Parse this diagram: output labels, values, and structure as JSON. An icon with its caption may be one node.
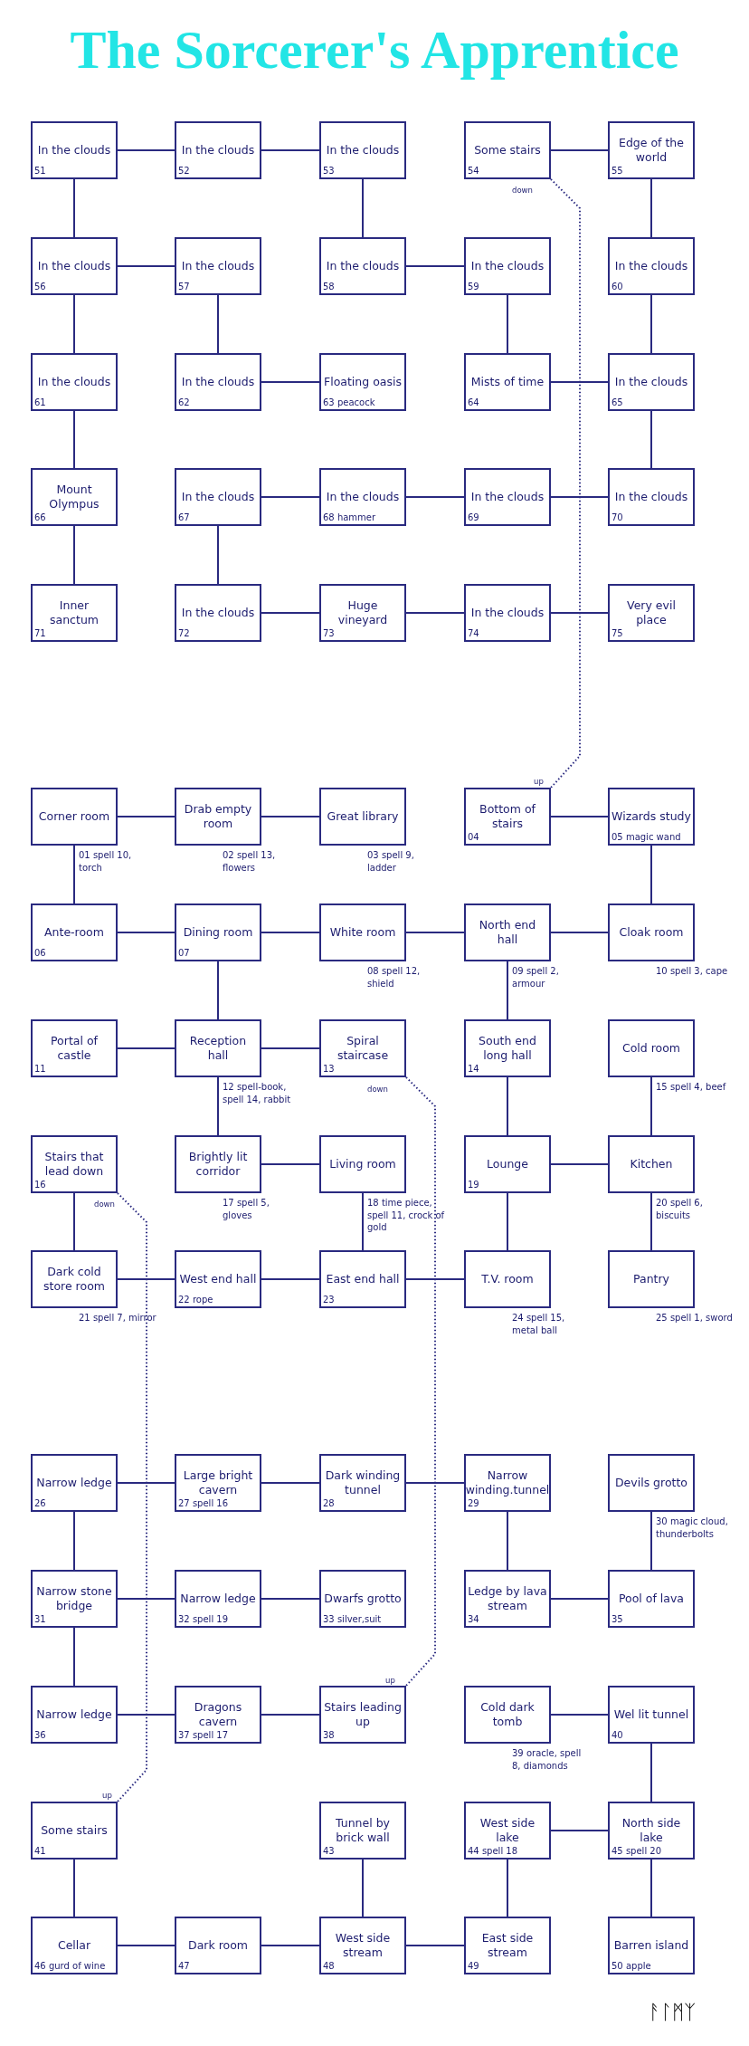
{
  "diagram": {
    "title": "The Sorcerer's Apprentice",
    "nodes": [
      {
        "text": [
          "In the clouds",
          "51"
        ]
      },
      {
        "text": [
          "In the clouds",
          "52"
        ]
      },
      {
        "text": [
          "In the clouds",
          "53"
        ]
      },
      {
        "text": [
          "Some stairs",
          "54"
        ]
      },
      {
        "text": [
          "Edge of the world",
          "55"
        ]
      },
      {
        "text": [
          "In the clouds",
          "56"
        ]
      },
      {
        "text": [
          "In the clouds",
          "57"
        ]
      },
      {
        "text": [
          "In the clouds",
          "58"
        ]
      },
      {
        "text": [
          "In the clouds",
          "59"
        ]
      },
      {
        "text": [
          "In the clouds",
          "60"
        ]
      },
      {
        "text": [
          "In the clouds",
          "61"
        ]
      },
      {
        "text": [
          "In the clouds",
          "62"
        ]
      },
      {
        "text": [
          "Floating oasis",
          "63 peacock"
        ]
      },
      {
        "text": [
          "Mists of time",
          "64"
        ]
      },
      {
        "text": [
          "In the clouds",
          "65"
        ]
      },
      {
        "text": [
          "Mount Olympus",
          "66"
        ]
      },
      {
        "text": [
          "In the clouds",
          "67"
        ]
      },
      {
        "text": [
          "In the clouds",
          "68 hammer"
        ]
      },
      {
        "text": [
          "In the clouds",
          "69"
        ]
      },
      {
        "text": [
          "In the clouds",
          "70"
        ]
      },
      {
        "text": [
          "Inner sanctum",
          "71"
        ]
      },
      {
        "text": [
          "In the clouds",
          "72"
        ]
      },
      {
        "text": [
          "Huge vineyard",
          "73"
        ]
      },
      {
        "text": [
          "In the clouds",
          "74"
        ]
      },
      {
        "text": [
          "Very evil place",
          "75"
        ]
      },
      {
        "text": [
          "Corner room"
        ],
        "beside": [
          "01 spell 10, torch"
        ]
      },
      {
        "text": [
          "Drab empty room"
        ],
        "beside": [
          "02 spell 13, flowers"
        ]
      },
      {
        "text": [
          "Great library"
        ],
        "beside": [
          "03 spell 9, ladder"
        ]
      },
      {
        "text": [
          "Bottom of stairs",
          "04"
        ]
      },
      {
        "text": [
          "Wizards study",
          "05 magic wand"
        ]
      },
      {
        "text": [
          "Ante-room",
          "06"
        ]
      },
      {
        "text": [
          "Dining room",
          "07"
        ]
      },
      {
        "text": [
          "White room"
        ],
        "beside": [
          "08 spell 12, shield"
        ]
      },
      {
        "text": [
          "North end hall"
        ],
        "beside": [
          "09 spell 2, armour"
        ]
      },
      {
        "text": [
          "Cloak room"
        ],
        "beside": [
          "10 spell 3, cape"
        ]
      },
      {
        "text": [
          "Portal of castle",
          "11"
        ]
      },
      {
        "text": [
          "Reception hall"
        ],
        "beside": [
          "12 spell-book, spell 14, rabbit"
        ]
      },
      {
        "text": [
          "Spiral staircase",
          "13"
        ]
      },
      {
        "text": [
          "South end long hall",
          "14"
        ]
      },
      {
        "text": [
          "Cold room"
        ],
        "beside": [
          "15 spell 4, beef"
        ]
      },
      {
        "text": [
          "Stairs that lead down",
          "16"
        ]
      },
      {
        "text": [
          "Brightly lit corridor"
        ],
        "beside": [
          "17 spell 5, gloves"
        ]
      },
      {
        "text": [
          "Living room"
        ],
        "beside": [
          "18 time piece, spell 11, crock of gold"
        ]
      },
      {
        "text": [
          "Lounge",
          "19"
        ]
      },
      {
        "text": [
          "Kitchen"
        ],
        "beside": [
          "20 spell 6, biscuits"
        ]
      },
      {
        "text": [
          "Dark cold store room"
        ],
        "beside": [
          "21 spell 7, mirror"
        ]
      },
      {
        "text": [
          "West end hall",
          "22 rope"
        ]
      },
      {
        "text": [
          "East end hall",
          "23"
        ]
      },
      {
        "text": [
          "T.V. room"
        ],
        "beside": [
          "24 spell 15, metal ball"
        ]
      },
      {
        "text": [
          "Pantry"
        ],
        "beside": [
          "25 spell 1, sword"
        ]
      },
      {
        "text": [
          "Narrow ledge",
          "26"
        ]
      },
      {
        "text": [
          "Large bright cavern",
          "27 spell 16"
        ]
      },
      {
        "text": [
          "Dark winding tunnel",
          "28"
        ]
      },
      {
        "text": [
          "Narrow winding.tunnel",
          "29"
        ]
      },
      {
        "text": [
          "Devils grotto"
        ],
        "beside": [
          "30 magic cloud, thunderbolts"
        ]
      },
      {
        "text": [
          "Narrow stone bridge",
          "31"
        ]
      },
      {
        "text": [
          "Narrow ledge",
          "32 spell 19"
        ]
      },
      {
        "text": [
          "Dwarfs grotto",
          "33 silver,suit"
        ]
      },
      {
        "text": [
          "Ledge by lava stream",
          "34"
        ]
      },
      {
        "text": [
          "Pool of lava",
          "35"
        ]
      },
      {
        "text": [
          "Narrow ledge",
          "36"
        ]
      },
      {
        "text": [
          "Dragons cavern",
          "37 spell 17"
        ]
      },
      {
        "text": [
          "Stairs leading up",
          "38"
        ]
      },
      {
        "text": [
          "Cold dark tomb"
        ],
        "beside": [
          "39 oracle, spell 8, diamonds"
        ]
      },
      {
        "text": [
          "Wel lit tunnel",
          "40"
        ]
      },
      {
        "text": [
          "Some stairs",
          "41"
        ]
      },
      {
        "text": [
          "Tunnel by brick wall",
          "43"
        ]
      },
      {
        "text": [
          "West side lake",
          "44 spell 18"
        ]
      },
      {
        "text": [
          "North side lake",
          "45 spell 20"
        ]
      },
      {
        "text": [
          "Cellar",
          "46 gurd of wine"
        ]
      },
      {
        "text": [
          "Dark room",
          "47"
        ]
      },
      {
        "text": [
          "West side stream",
          "48"
        ]
      },
      {
        "text": [
          "East side stream",
          "49"
        ]
      },
      {
        "text": [
          "Barren island",
          "50 apple"
        ]
      }
    ],
    "edges": [
      {
        "from": 0,
        "to": 1,
        "arrow": "none"
      },
      {
        "from": 1,
        "to": 2,
        "arrow": "none"
      },
      {
        "from": 3,
        "to": 4,
        "arrow": "none"
      },
      {
        "from": 0,
        "to": 5,
        "arrow": "none"
      },
      {
        "from": 2,
        "to": 7,
        "arrow": "none"
      },
      {
        "from": 4,
        "to": 9,
        "arrow": "none"
      },
      {
        "from": 5,
        "to": 6,
        "arrow": "none"
      },
      {
        "from": 7,
        "to": 8,
        "arrow": "none"
      },
      {
        "from": 5,
        "to": 10,
        "arrow": "none"
      },
      {
        "from": 6,
        "to": 11,
        "arrow": "none"
      },
      {
        "from": 8,
        "to": 13,
        "arrow": "none"
      },
      {
        "from": 9,
        "to": 14,
        "arrow": "none"
      },
      {
        "from": 11,
        "to": 12,
        "arrow": "none"
      },
      {
        "from": 13,
        "to": 14,
        "arrow": "none"
      },
      {
        "from": 10,
        "to": 15,
        "arrow": "none"
      },
      {
        "from": 14,
        "to": 19,
        "arrow": "none"
      },
      {
        "from": 16,
        "to": 17,
        "arrow": "none"
      },
      {
        "from": 17,
        "to": 18,
        "arrow": "none"
      },
      {
        "from": 18,
        "to": 19,
        "arrow": "none"
      },
      {
        "from": 15,
        "to": 20,
        "arrow": "none"
      },
      {
        "from": 16,
        "to": 21,
        "arrow": "none"
      },
      {
        "from": 21,
        "to": 22,
        "arrow": "none"
      },
      {
        "from": 22,
        "to": 23,
        "arrow": "none"
      },
      {
        "from": 23,
        "to": 24,
        "arrow": "none"
      },
      {
        "from": 3,
        "to": 28,
        "arrow": "none",
        "style": "dashed"
      },
      {
        "from": 25,
        "to": 26,
        "arrow": "none"
      },
      {
        "from": 26,
        "to": 27,
        "arrow": "none"
      },
      {
        "from": 28,
        "to": 29,
        "arrow": "none"
      },
      {
        "from": 25,
        "to": 30,
        "arrow": "none"
      },
      {
        "from": 29,
        "to": 34,
        "arrow": "none"
      },
      {
        "from": 30,
        "to": 31,
        "arrow": "none"
      },
      {
        "from": 31,
        "to": 32,
        "arrow": "none"
      },
      {
        "from": 32,
        "to": 33,
        "arrow": "none"
      },
      {
        "from": 33,
        "to": 34,
        "arrow": "none"
      },
      {
        "from": 31,
        "to": 36,
        "arrow": "none"
      },
      {
        "from": 33,
        "to": 38,
        "arrow": "none"
      },
      {
        "from": 35,
        "to": 36,
        "arrow": "none"
      },
      {
        "from": 36,
        "to": 37,
        "arrow": "none"
      },
      {
        "from": 36,
        "to": 41,
        "arrow": "none"
      },
      {
        "from": 38,
        "to": 43,
        "arrow": "none"
      },
      {
        "from": 39,
        "to": 44,
        "arrow": "none"
      },
      {
        "from": 41,
        "to": 42,
        "arrow": "none"
      },
      {
        "from": 43,
        "to": 44,
        "arrow": "none"
      },
      {
        "from": 40,
        "to": 45,
        "arrow": "none"
      },
      {
        "from": 42,
        "to": 47,
        "arrow": "none"
      },
      {
        "from": 43,
        "to": 48,
        "arrow": "none"
      },
      {
        "from": 44,
        "to": 49,
        "arrow": "none"
      },
      {
        "from": 45,
        "to": 46,
        "arrow": "none"
      },
      {
        "from": 46,
        "to": 47,
        "arrow": "none"
      },
      {
        "from": 47,
        "to": 48,
        "arrow": "none"
      },
      {
        "from": 37,
        "to": 62,
        "arrow": "none",
        "style": "dashed"
      },
      {
        "from": 40,
        "to": 65,
        "arrow": "none",
        "style": "dashed"
      },
      {
        "from": 50,
        "to": 51,
        "arrow": "none"
      },
      {
        "from": 51,
        "to": 52,
        "arrow": "none"
      },
      {
        "from": 52,
        "to": 53,
        "arrow": "none"
      },
      {
        "from": 50,
        "to": 55,
        "arrow": "none"
      },
      {
        "from": 53,
        "to": 58,
        "arrow": "none"
      },
      {
        "from": 54,
        "to": 59,
        "arrow": "none"
      },
      {
        "from": 55,
        "to": 56,
        "arrow": "none"
      },
      {
        "from": 56,
        "to": 57,
        "arrow": "none"
      },
      {
        "from": 58,
        "to": 59,
        "arrow": "none"
      },
      {
        "from": 55,
        "to": 60,
        "arrow": "none"
      },
      {
        "from": 60,
        "to": 61,
        "arrow": "none"
      },
      {
        "from": 61,
        "to": 62,
        "arrow": "none"
      },
      {
        "from": 63,
        "to": 64,
        "arrow": "none"
      },
      {
        "from": 64,
        "to": 68,
        "arrow": "none"
      },
      {
        "from": 67,
        "to": 68,
        "arrow": "none"
      },
      {
        "from": 65,
        "to": 69,
        "arrow": "none"
      },
      {
        "from": 66,
        "to": 71,
        "arrow": "none"
      },
      {
        "from": 67,
        "to": 72,
        "arrow": "none"
      },
      {
        "from": 68,
        "to": 73,
        "arrow": "none"
      },
      {
        "from": 69,
        "to": 70,
        "arrow": "none"
      },
      {
        "from": 70,
        "to": 71,
        "arrow": "none"
      },
      {
        "from": 71,
        "to": 72,
        "arrow": "none"
      }
    ],
    "labels": [
      "down",
      "up",
      "down",
      "down",
      "up",
      "up",
      "ᚨᛚᛗᛉ"
    ]
  }
}
